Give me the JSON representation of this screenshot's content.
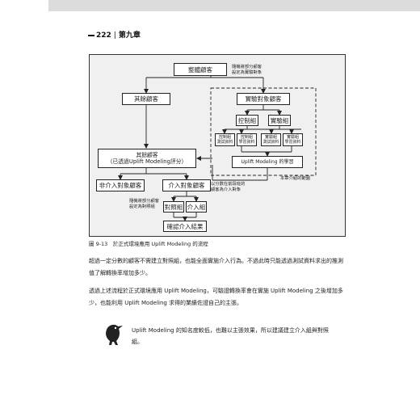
{
  "header": {
    "page_number": "222",
    "chapter": "第九章"
  },
  "figure": {
    "all_customers": "整體顧客",
    "random_note_line1": "隨機將部分顧客",
    "random_note_line2": "設定為實驗對象",
    "remaining_customers": "其餘顧客",
    "experiment_targets": "實驗對象顧客",
    "control_group": "控制組",
    "treatment_group": "實驗組",
    "leaf1_line1": "控制組",
    "leaf1_line2": "測試資料",
    "leaf2_line1": "控制組",
    "leaf2_line2": "學習資料",
    "leaf3_line1": "實驗組",
    "leaf3_line2": "測試資料",
    "leaf4_line1": "實驗組",
    "leaf4_line2": "學習資料",
    "learning_box": "Uplift Modeling 的學習",
    "scope_note": "本章介紹的範圍",
    "scored_line1": "其餘顧客",
    "scored_line2": "（已透過Uplift Modeling評分）",
    "score_note_line1": "以分數在前段班的",
    "score_note_line2": "顧客為介入對象",
    "non_intervention": "非介入對象顧客",
    "intervention": "介入對象顧客",
    "control_note_line1": "隨機將部分顧客",
    "control_note_line2": "設定為對照組",
    "comparison_group": "對照組",
    "intervention_group": "介入組",
    "confirm_result": "確認介入結果"
  },
  "caption": "圖 9-13　於正式環境應用 Uplift Modeling 的流程",
  "paragraphs": [
    "超過一定分數的顧客不需建立對照組，也能全面實施介入行為。不過此時只能透過測試資料求出的推測值了解轉換率增加多少。",
    "透過上述流程於正式環境應用 Uplift Modeling，可驗證轉換率會在實施 Uplift Modeling 之後增加多少，也能利用 Uplift Modeling 求得的業績佐證自己的主張。"
  ],
  "tip": {
    "icon": "crow-icon",
    "text": "Uplift Modeling 的知名度較低，也難以主張效果，所以建議建立介入組與對照組。"
  }
}
